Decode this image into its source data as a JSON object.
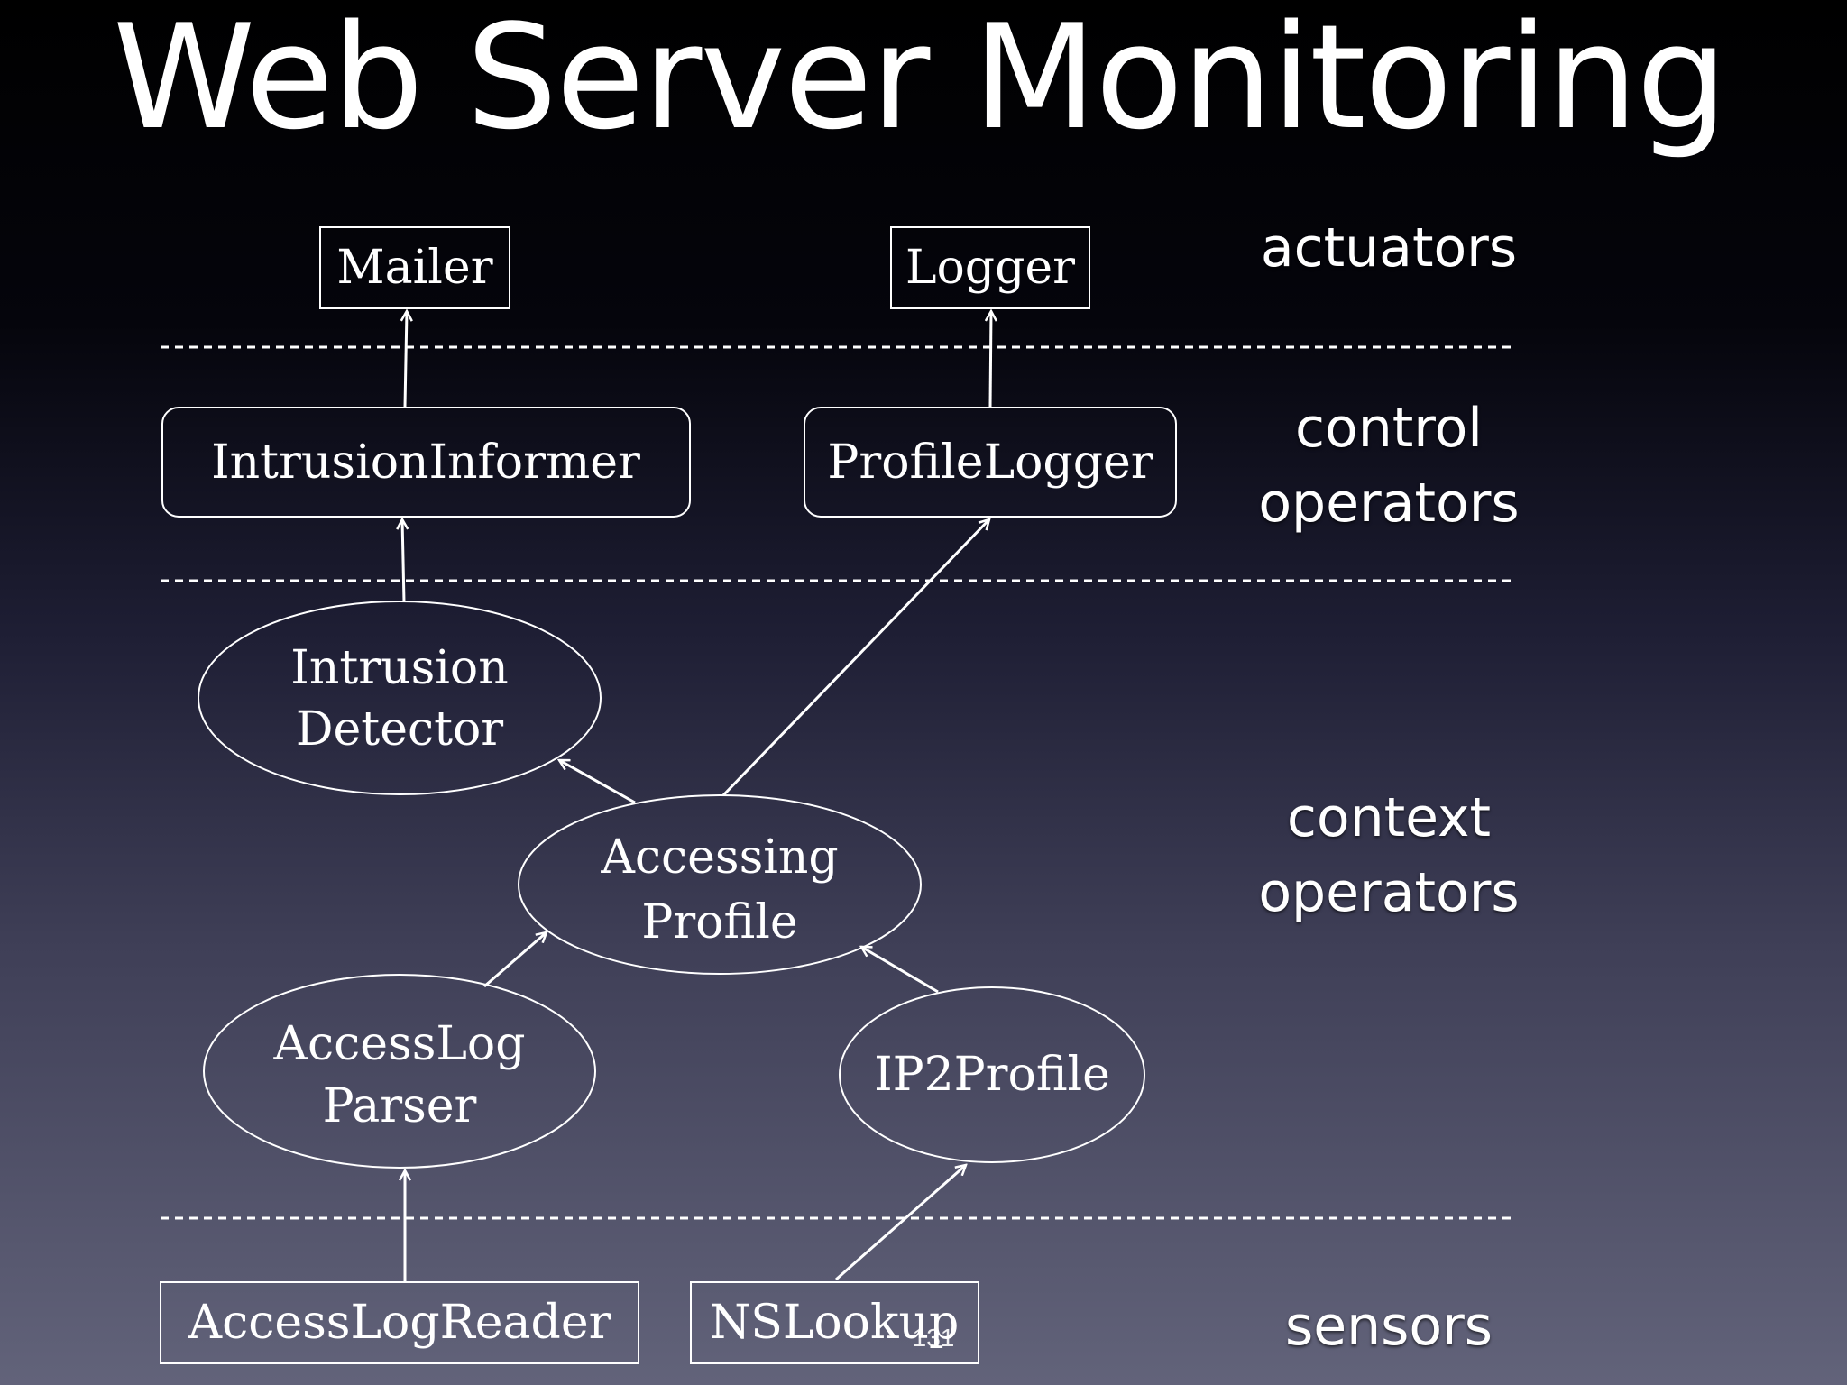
{
  "title": "Web Server Monitoring",
  "layers": {
    "actuators": "actuators",
    "control": [
      "control",
      "operators"
    ],
    "context": [
      "context",
      "operators"
    ],
    "sensors": "sensors"
  },
  "nodes": {
    "mailer": "Mailer",
    "logger": "Logger",
    "intrusion_informer": "IntrusionInformer",
    "profile_logger": "ProfileLogger",
    "intrusion_detector": [
      "Intrusion",
      "Detector"
    ],
    "accessing_profile": [
      "Accessing",
      "Profile"
    ],
    "access_log_parser": [
      "AccessLog",
      "Parser"
    ],
    "ip2profile": "IP2Profile",
    "access_log_reader": "AccessLogReader",
    "ns_lookup": "NSLookup"
  },
  "slide_number": "131",
  "colors": {
    "foreground": "#ffffff",
    "background_top": "#000000",
    "background_bottom": "#62637a"
  }
}
